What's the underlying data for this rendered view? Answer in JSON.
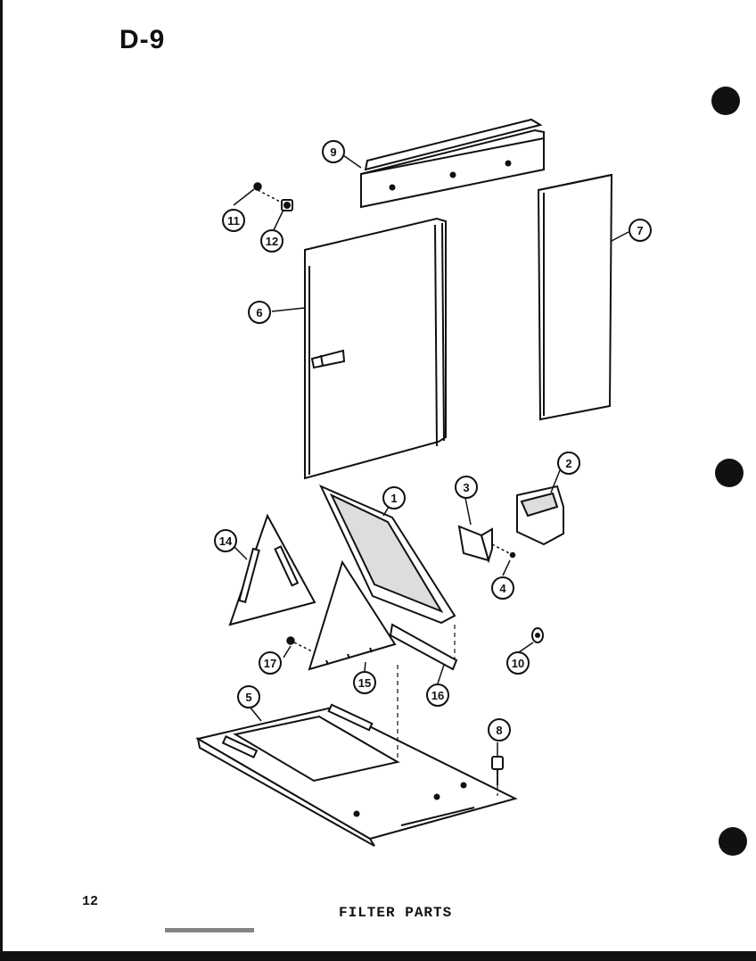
{
  "header": {
    "title": "D-9"
  },
  "footer": {
    "page_number": "12",
    "section_title": "FILTER PARTS"
  },
  "callouts": [
    "1",
    "2",
    "3",
    "4",
    "5",
    "6",
    "7",
    "8",
    "9",
    "10",
    "11",
    "12",
    "14",
    "15",
    "16",
    "17"
  ],
  "colors": {
    "ink": "#111111",
    "background": "#ffffff"
  }
}
